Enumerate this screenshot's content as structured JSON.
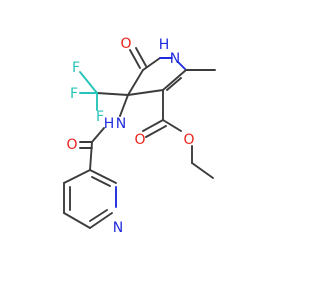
{
  "colors": {
    "carbon": "#3c3c3c",
    "oxygen": "#e8231b",
    "nitrogen": "#1f2bdc",
    "fluorine": "#27c4b9",
    "background": "#ffffff"
  },
  "atoms": {
    "ring_oxygen": "O",
    "ring_nh": "H",
    "ring_n": "N",
    "fluorine_1": "F",
    "fluorine_2": "F",
    "fluorine_3": "F",
    "amide_nh_n": "N",
    "amide_nh_h": "H",
    "amide_oxygen": "O",
    "ester_carbonyl_oxygen": "O",
    "ester_ether_oxygen": "O",
    "pyridine_n": "N"
  }
}
